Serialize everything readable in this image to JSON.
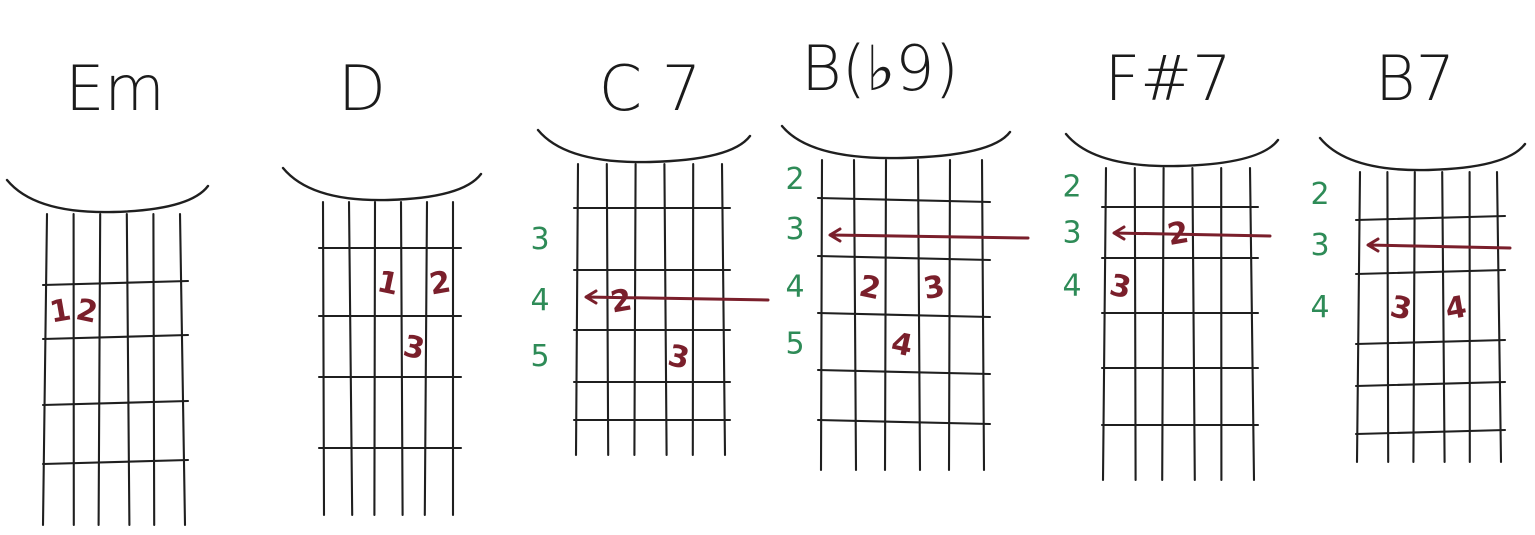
{
  "colors": {
    "ink": "#1f1f1f",
    "fret_numbers": "#2e8b57",
    "markings": "#7a1f2b",
    "paper": "#ffffff"
  },
  "chords": [
    {
      "name": "Em",
      "fret_numbers": [],
      "barre": false,
      "fingers": [
        {
          "label": "1",
          "string": 1,
          "fret": 2
        },
        {
          "label": "2",
          "string": 2,
          "fret": 2
        }
      ]
    },
    {
      "name": "D",
      "fret_numbers": [],
      "barre": false,
      "fingers": [
        {
          "label": "1",
          "string": 3,
          "fret": 2
        },
        {
          "label": "2",
          "string": 5,
          "fret": 2
        },
        {
          "label": "3",
          "string": 4,
          "fret": 3
        }
      ]
    },
    {
      "name": "C 7",
      "fret_numbers": [
        {
          "label": "3",
          "fret": 2
        },
        {
          "label": "4",
          "fret": 3
        },
        {
          "label": "5",
          "fret": 4
        }
      ],
      "barre": true,
      "fingers": [
        {
          "label": "2",
          "string": 2,
          "fret": 3
        },
        {
          "label": "3",
          "string": 4,
          "fret": 4
        }
      ]
    },
    {
      "name": "B(♭9)",
      "fret_numbers": [
        {
          "label": "2",
          "fret": 1
        },
        {
          "label": "3",
          "fret": 2
        },
        {
          "label": "4",
          "fret": 3
        },
        {
          "label": "5",
          "fret": 4
        }
      ],
      "barre": true,
      "fingers": [
        {
          "label": "2",
          "string": 2,
          "fret": 3
        },
        {
          "label": "3",
          "string": 4,
          "fret": 3
        },
        {
          "label": "4",
          "string": 3,
          "fret": 4
        }
      ]
    },
    {
      "name": "F#7",
      "fret_numbers": [
        {
          "label": "2",
          "fret": 1
        },
        {
          "label": "3",
          "fret": 2
        },
        {
          "label": "4",
          "fret": 3
        }
      ],
      "barre": true,
      "fingers": [
        {
          "label": "2",
          "string": 3,
          "fret": 2
        },
        {
          "label": "3",
          "string": 1,
          "fret": 3
        }
      ]
    },
    {
      "name": "B7",
      "fret_numbers": [
        {
          "label": "2",
          "fret": 1
        },
        {
          "label": "3",
          "fret": 2
        },
        {
          "label": "4",
          "fret": 3
        }
      ],
      "barre": true,
      "fingers": [
        {
          "label": "3",
          "string": 2,
          "fret": 3
        },
        {
          "label": "4",
          "string": 4,
          "fret": 3
        }
      ]
    }
  ]
}
